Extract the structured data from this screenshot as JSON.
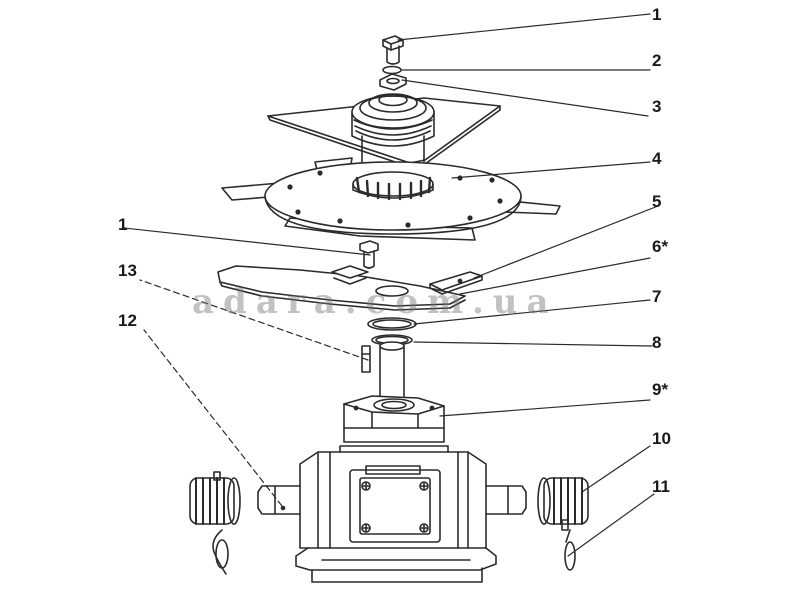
{
  "diagram": {
    "callouts": [
      {
        "id": "c1a",
        "label": "1"
      },
      {
        "id": "c2",
        "label": "2"
      },
      {
        "id": "c3",
        "label": "3"
      },
      {
        "id": "c4",
        "label": "4"
      },
      {
        "id": "c5",
        "label": "5"
      },
      {
        "id": "c6",
        "label": "6*"
      },
      {
        "id": "c7",
        "label": "7"
      },
      {
        "id": "c8",
        "label": "8"
      },
      {
        "id": "c9",
        "label": "9*"
      },
      {
        "id": "c10",
        "label": "10"
      },
      {
        "id": "c11",
        "label": "11"
      },
      {
        "id": "c1b",
        "label": "1"
      },
      {
        "id": "c13",
        "label": "13"
      },
      {
        "id": "c12",
        "label": "12"
      }
    ],
    "watermark": "adara.com.ua",
    "colors": {
      "ink": "#2b2b2b",
      "paper": "#ffffff",
      "watermark": "#7a7a7a"
    }
  }
}
